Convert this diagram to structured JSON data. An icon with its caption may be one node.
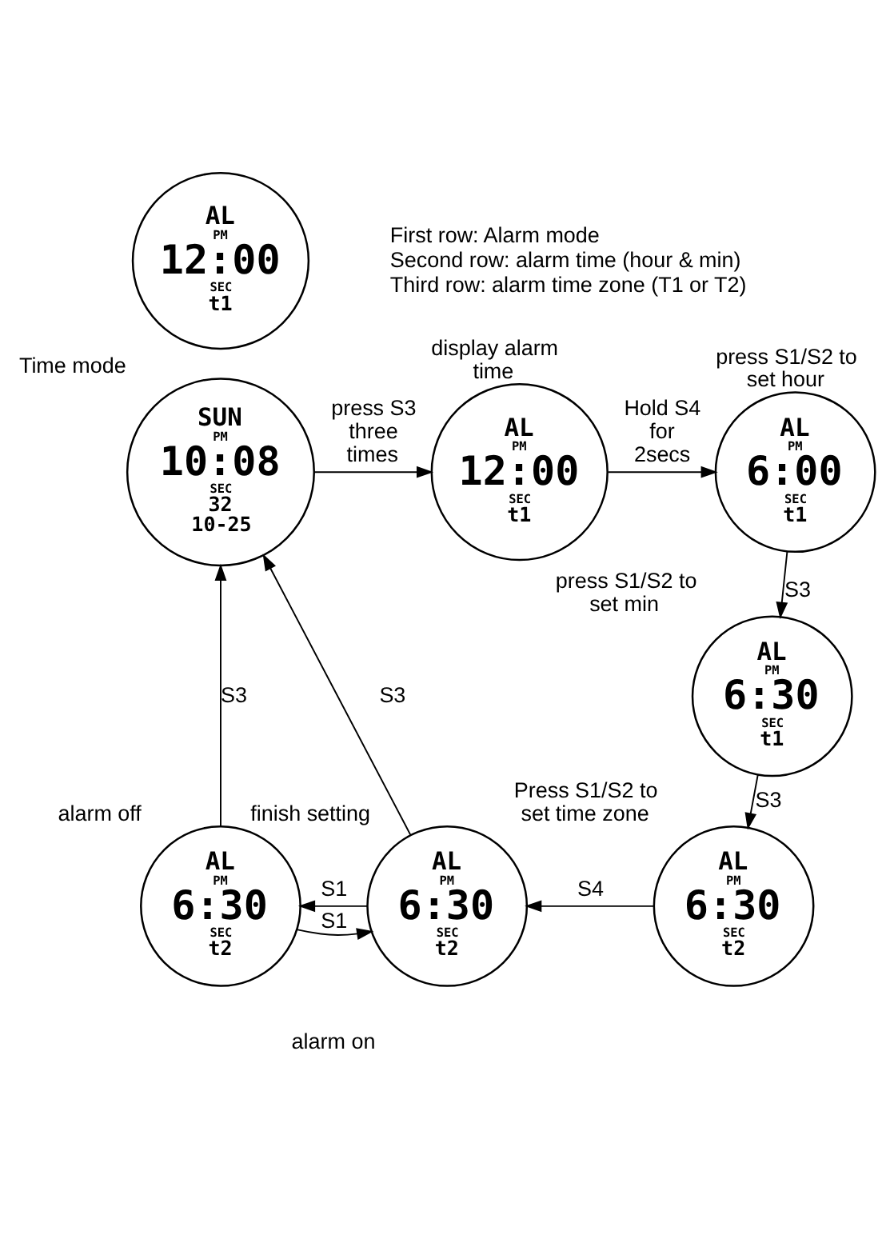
{
  "diagram": {
    "nodes": [
      {
        "text": [
          "AL",
          "PM",
          "12:00",
          "SEC",
          "t1"
        ]
      },
      {
        "text": [
          "SUN",
          "PM",
          "10:08",
          "SEC",
          "32",
          "10-25"
        ],
        "beside": [
          "Time mode"
        ]
      },
      {
        "text": [
          "AL",
          "PM",
          "12:00",
          "SEC",
          "t1"
        ],
        "beside": [
          "display alarm time"
        ]
      },
      {
        "text": [
          "AL",
          "PM",
          "6:00",
          "SEC",
          "t1"
        ],
        "beside": [
          "press S1/S2 to set hour"
        ]
      },
      {
        "text": [
          "AL",
          "PM",
          "6:30",
          "SEC",
          "t1"
        ],
        "beside": [
          "press S1/S2 to set min"
        ]
      },
      {
        "text": [
          "AL",
          "PM",
          "6:30",
          "SEC",
          "t2"
        ],
        "beside": [
          "Press S1/S2 to set time zone"
        ]
      },
      {
        "text": [
          "AL",
          "PM",
          "6:30",
          "SEC",
          "t2"
        ],
        "beside": [
          "finish setting"
        ]
      },
      {
        "text": [
          "AL",
          "PM",
          "6:30",
          "SEC",
          "t2"
        ],
        "beside": [
          "alarm off"
        ]
      }
    ],
    "edges": [
      {
        "from": 1,
        "to": 2,
        "arrow": "to",
        "label": "press S3 three times"
      },
      {
        "from": 2,
        "to": 3,
        "arrow": "to",
        "label": "Hold S4 for 2secs"
      },
      {
        "from": 3,
        "to": 4,
        "arrow": "to",
        "label": "S3"
      },
      {
        "from": 4,
        "to": 5,
        "arrow": "to",
        "label": "S3"
      },
      {
        "from": 5,
        "to": 6,
        "arrow": "to",
        "label": "S4"
      },
      {
        "from": 6,
        "to": 7,
        "arrow": "to",
        "label": "S1"
      },
      {
        "from": 7,
        "to": 6,
        "arrow": "to",
        "label": "S1"
      },
      {
        "from": 7,
        "to": 1,
        "arrow": "to",
        "label": "S3"
      },
      {
        "from": 6,
        "to": 1,
        "arrow": "to",
        "label": "S3"
      }
    ],
    "labels": [
      "First row: Alarm mode",
      "Second row: alarm time (hour & min)",
      "Third row: alarm time zone (T1 or T2)",
      "alarm on"
    ]
  }
}
